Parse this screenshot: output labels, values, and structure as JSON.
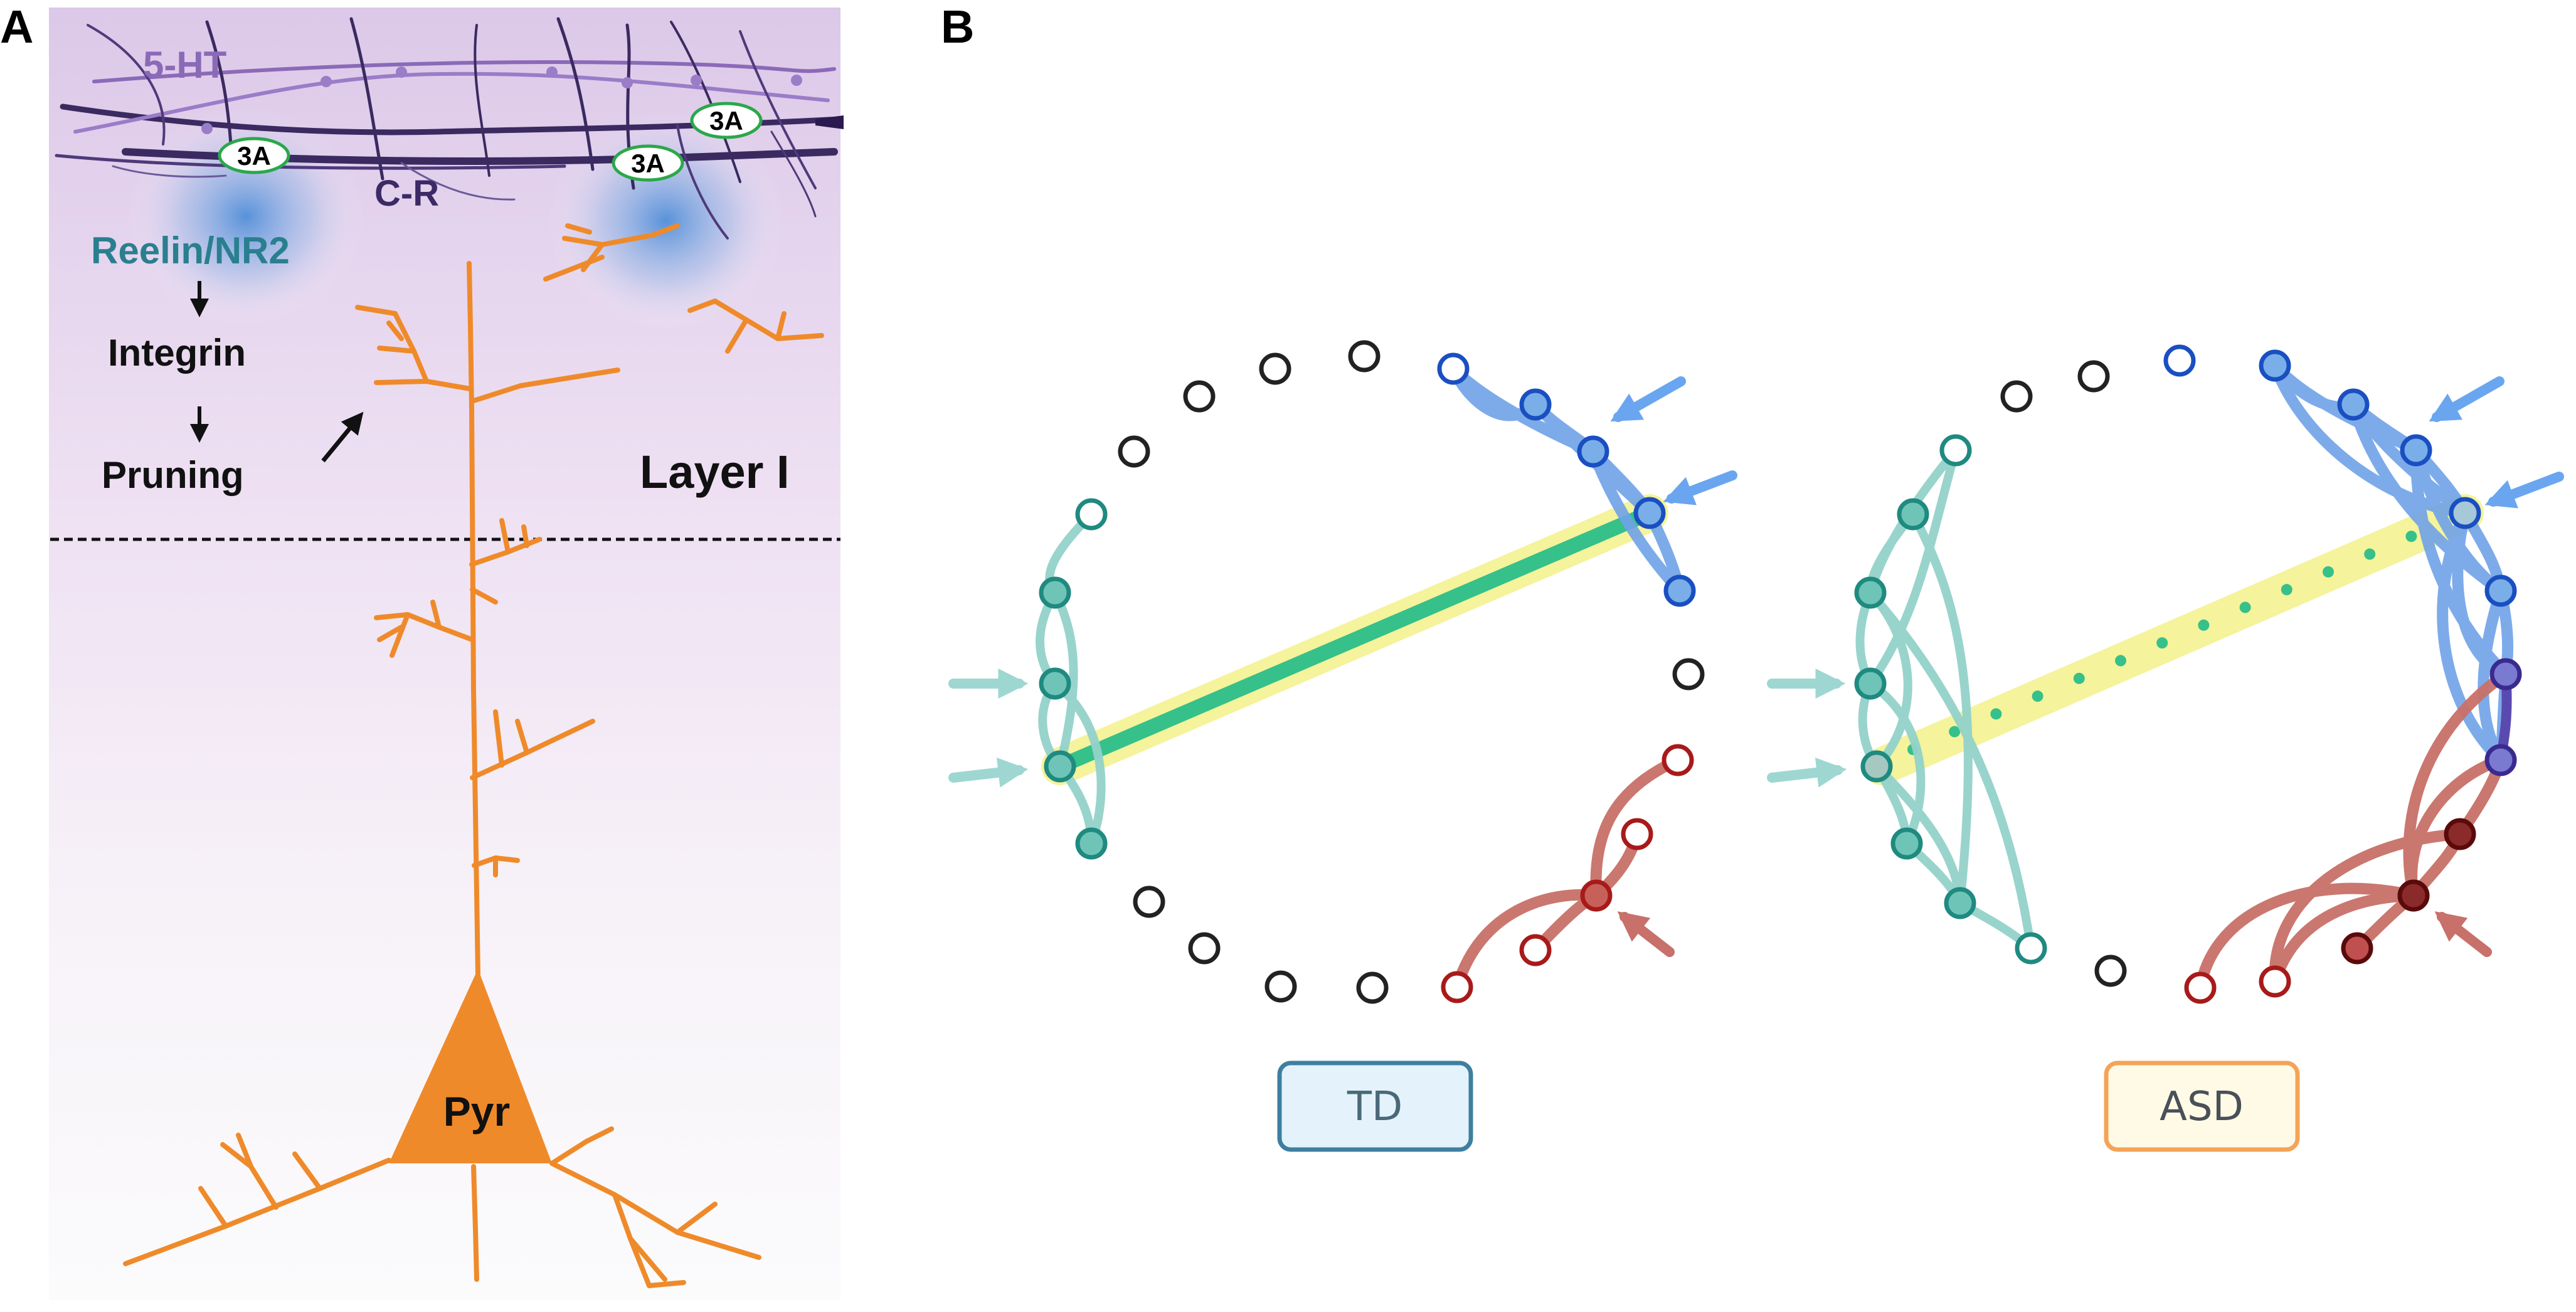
{
  "panel_a": {
    "letter": "A",
    "label_5ht": "5-HT",
    "label_cr": "C-R",
    "receptor_tag": "3A",
    "label_reelin": "Reelin/NR2",
    "label_integrin": "Integrin",
    "label_pruning": "Pruning",
    "label_layer": "Layer I",
    "label_pyr": "Pyr"
  },
  "panel_b": {
    "letter": "B",
    "td": {
      "label": "TD"
    },
    "asd": {
      "label": "ASD"
    }
  },
  "colors": {
    "neuron_orange": "#ef8a2a",
    "serotonin_purple": "#8a6ab8",
    "cr_axon": "#3c2a66",
    "reelin_teal": "#2a7f8f",
    "module_blue": "#1a4fc2",
    "module_blue_edge": "#6fa3e8",
    "module_teal": "#1f8a80",
    "module_teal_edge": "#93d2ca",
    "module_red": "#a81a1a",
    "module_red_edge": "#c87068",
    "node_black": "#222222",
    "longrange_green": "#36c08a",
    "longrange_glow": "#f2f07a",
    "td_box_fill": "#e4f3fb",
    "td_box_stroke": "#3e7fa0",
    "asd_box_fill": "#fefae6",
    "asd_box_stroke": "#f4a357"
  },
  "icons": [
    "arrow-icon",
    "down-arrow-icon"
  ]
}
